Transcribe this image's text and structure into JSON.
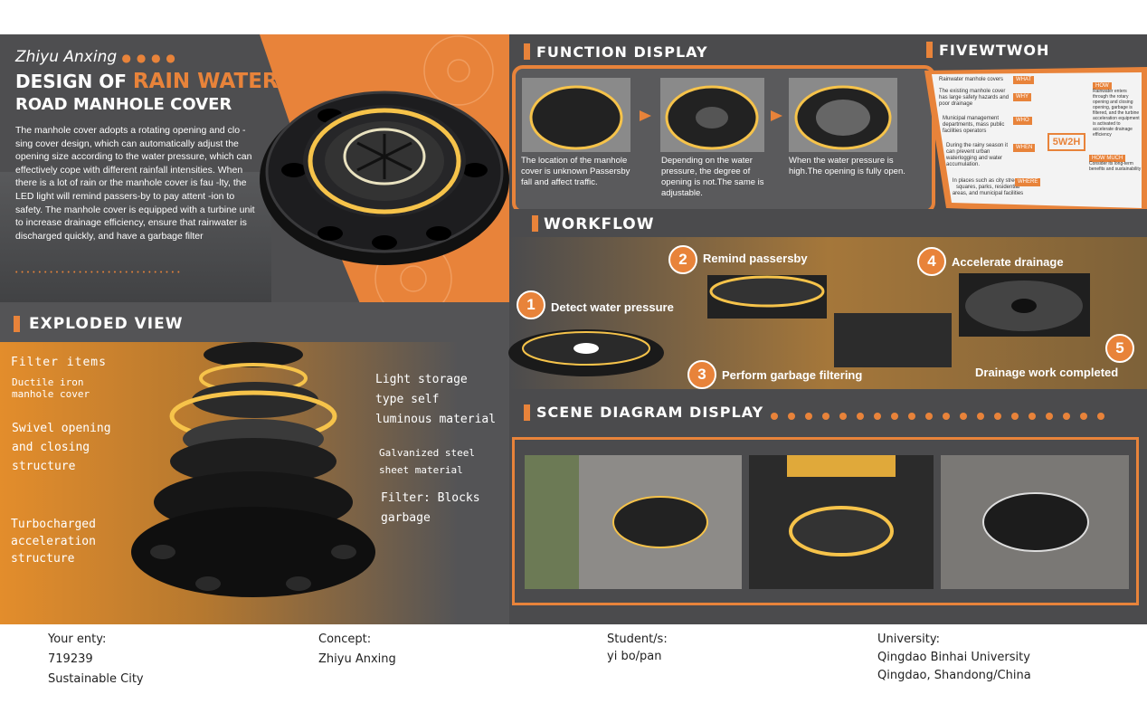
{
  "hero": {
    "brand": "Zhiyu Anxing",
    "title_line1_prefix": "DESIGN OF ",
    "title_line1_accent": "RAIN WATER",
    "title_line2": "ROAD MANHOLE COVER",
    "description": "The manhole cover adopts a rotating opening and clo -sing cover design, which can automatically adjust the opening size according to the water pressure, which can effectively cope with different rainfall intensities. When there is a lot of rain or the manhole cover is fau -lty, the LED light will remind passers-by to pay attent -ion to safety. The manhole cover is equipped with a turbine unit to increase drainage efficiency, ensure that rainwater is discharged quickly, and have a garbage filter"
  },
  "exploded": {
    "title": "EXPLODED VIEW",
    "labels_left": [
      "Filter items",
      "Ductile iron manhole cover",
      "Swivel opening and closing structure",
      "Turbocharged acceleration structure"
    ],
    "labels_right": [
      "Light storage type self luminous material",
      "Galvanized steel sheet material",
      "Filter: Blocks garbage"
    ]
  },
  "function": {
    "title": "FUNCTION DISPLAY",
    "captions": [
      "The location of the manhole cover is unknown Passersby fall and affect traffic.",
      "Depending on the water pressure, the degree of opening is not.The same is adjustable.",
      "When the water pressure is high.The opening is fully open."
    ]
  },
  "fivew": {
    "title": "FIVEWTWOH",
    "center": "5W2H",
    "left_items": [
      {
        "text": "Rainwater manhole covers",
        "tag": "WHAT"
      },
      {
        "text": "The existing manhole cover has large safety hazards and poor drainage",
        "tag": "WHY"
      },
      {
        "text": "Municipal management departments, mass public facilities operators",
        "tag": "WHO"
      },
      {
        "text": "During the rainy season it can prevent urban waterlogging and water accumulation.",
        "tag": "WHEN"
      },
      {
        "text": "In places such as city streets, squares, parks, residential areas, and municipal facilities",
        "tag": "WHERE"
      }
    ],
    "right_items": [
      {
        "tag": "HOW",
        "text": "Rainwater enters through the rotary opening and closing opening, garbage is filtered, and the turbine acceleration equipment is activated to accelerate drainage efficiency"
      },
      {
        "tag": "HOW MUCH",
        "text": "Consider its long-term benefits and sustainability"
      }
    ]
  },
  "workflow": {
    "title": "WORKFLOW",
    "steps": [
      {
        "num": "1",
        "label": "Detect water pressure"
      },
      {
        "num": "2",
        "label": "Remind passersby"
      },
      {
        "num": "3",
        "label": "Perform garbage filtering"
      },
      {
        "num": "4",
        "label": "Accelerate drainage"
      },
      {
        "num": "5",
        "label": "Drainage work completed"
      }
    ]
  },
  "scene": {
    "title": "SCENE DIAGRAM DISPLAY"
  },
  "footer": {
    "entry_label": "Your enty:",
    "entry_id": "719239",
    "entry_category": "Sustainable City",
    "concept_label": "Concept:",
    "concept_value": "Zhiyu Anxing",
    "student_label": "Student/s:",
    "student_value": "yi bo/pan",
    "university_label": "University:",
    "university_name": "Qingdao Binhai University",
    "university_location": "Qingdao, Shandong/China"
  },
  "colors": {
    "accent": "#e8833a",
    "dark": "#4b4b4d",
    "glow": "#f6c34a"
  }
}
